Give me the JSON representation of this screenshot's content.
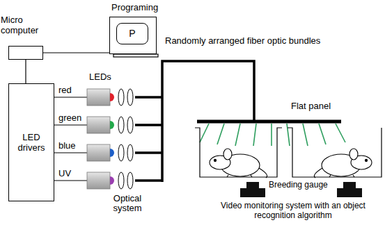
{
  "diagram": {
    "nodes": [
      {
        "text": [
          "Micro computer"
        ]
      },
      {
        "text": [
          "Programing"
        ]
      },
      {
        "text": [
          "P"
        ],
        "in": 1
      },
      {
        "text": [
          "LED drivers"
        ]
      }
    ],
    "edges": [
      {
        "from": 0,
        "to": 1,
        "arrow": "none"
      },
      {
        "from": 0,
        "to": 3,
        "arrow": "none"
      }
    ],
    "labels": [
      "LEDs",
      "red",
      "green",
      "blue",
      "UV",
      "Optical system",
      "Randomly arranged fiber optic bundles",
      "Flat panel",
      "Breeding gauge",
      "Video monitoring system with an object recognition algorithm"
    ]
  }
}
